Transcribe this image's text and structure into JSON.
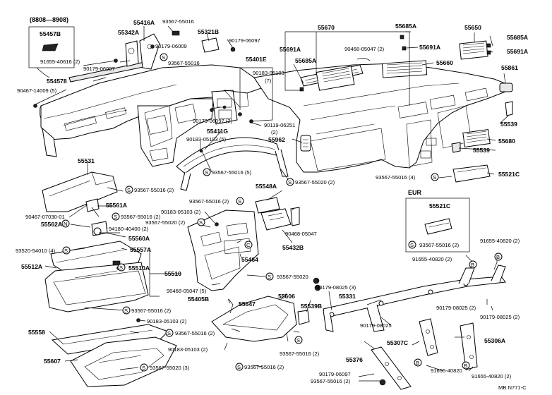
{
  "callouts": {
    "c55457b": "55457B",
    "c55342a": "55342A",
    "c55416a": "55416A",
    "c93567_55016_a": "93567-55016",
    "c55321b": "55321B",
    "c90179_06097_a": "90179-06097",
    "c55670": "55670",
    "c55685a_a": "55685A",
    "c55650": "55650",
    "c55685a_b": "55685A",
    "c55691a_a": "55691A",
    "c55691a_b": "55691A",
    "c55691a_c": "55691A",
    "c90179_06009": "90179-06009",
    "c91655_40616": "91655-40616 (2)",
    "c90179_06097_b": "90179-06097",
    "c93567_55016_b": "93567-55016",
    "c55401e": "55401E",
    "c90468_05047_a": "90468-05047 (2)",
    "c55685a_c": "55685A",
    "c55660": "55660",
    "c554578": "554578",
    "c90183_05103_7": "90183-05103",
    "c_7": "(7)",
    "c55861": "55861",
    "c90467_14009": "90467-14009 (5)",
    "c90179_06097_c": "90179-06097 (2)",
    "c90119_06251": "90119-06251",
    "c_2a": "(2)",
    "c55411g": "55411G",
    "c55539_a": "55539",
    "c90183_05103_5": "90183-05103 (5)",
    "c55962": "55962",
    "c55680": "55680",
    "c55539_b": "55539",
    "c55531": "55531",
    "c93567_55016_5": "93567-55016 (5)",
    "c93567_55016_4": "93567-55016 (4)",
    "c55521c_a": "55521C",
    "c93567_55020_2": "93567-55020 (2)",
    "c93567_55016_2a": "93567-55016 (2)",
    "c55548a": "55548A",
    "c_eur": "EUR",
    "c93567_55016_2b": "93567-55016 (2)",
    "c55561a": "55561A",
    "c55521c_b": "55521C",
    "c90467_07030": "90467-07030-01",
    "c93567_55016_2c": "93567-55016 (2)",
    "c90183_05103_2a": "90183-05103 (2)",
    "c55562a": "55562A",
    "c94180_40400": "94180-40400 (2)",
    "c93567_55020_2b": "93567-55020 (2)",
    "c90468_05047_b": "90468-05047",
    "c55560a": "55560A",
    "c55432b": "55432B",
    "c93520_54010": "93520-54010 (4)",
    "c55557a": "55557A",
    "c55464": "55464",
    "c93567_55016_2d": "93567-55016 (2)",
    "c91655_40820_2a": "91655-40820 (2)",
    "c91655_40820_2b": "91655-40820 (2)",
    "c55512a": "55512A",
    "c55510a": "55510A",
    "c55510": "55510",
    "c93567_55020": "93567-55020",
    "c90179_08025_3": "90179-08025 (3)",
    "c55331": "55331",
    "c90468_05047_5": "90468-05047 (5)",
    "c55405b": "55405B",
    "c55606": "55606",
    "c55647": "55647",
    "c55539b": "55539B",
    "c90179_08025_2a": "90179-08025 (2)",
    "c93567_55016_2e": "93567-55016 (2)",
    "c90183_05103_2b": "90183-05103 (2)",
    "c90179_08025": "90179-08025",
    "c90179_08025_2b": "90179-08025 (2)",
    "c55558": "55558",
    "c93567_55016_2f": "93567-55016 (2)",
    "c55307c": "55307C",
    "c55306a": "55306A",
    "c90183_05103_2c": "90183-05103 (2)",
    "c93567_55016_2g": "93567-55016 (2)",
    "c55607": "55607",
    "c93567_55020_3": "93567-55020 (3)",
    "c93567_55016_2h": "93567-55016 (2)",
    "c55376": "55376",
    "c91655_40820_a": "91655-40820",
    "c90179_06097_d": "90179-06097",
    "c93567_55016_2i": "93567-55016 (2)",
    "c91655_40820_2c": "91655-40820 (2)",
    "c_dates": "(8808—8908)",
    "c_footer": "MB  N771-C"
  },
  "symbols": {
    "s": "S",
    "n": "N",
    "c": "C",
    "b": "B"
  }
}
